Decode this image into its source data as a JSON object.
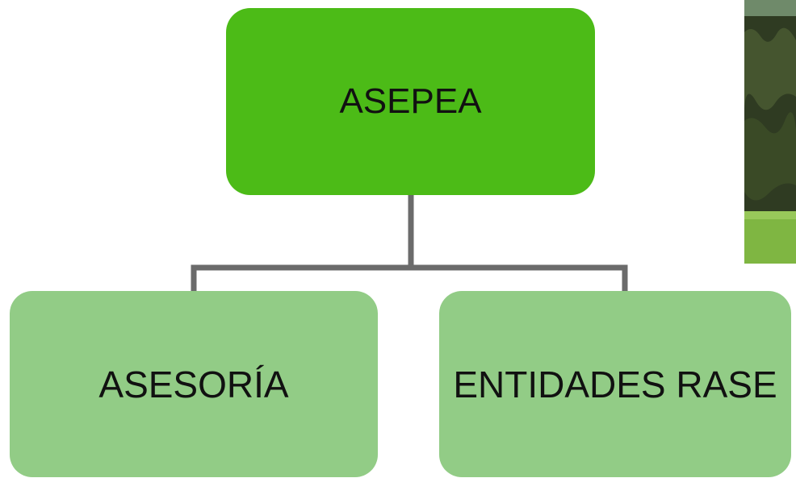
{
  "diagram": {
    "root": {
      "label": "ASEPEA",
      "color": "#4cbb17"
    },
    "children": [
      {
        "label": "ASESORÍA",
        "color": "#92cc86"
      },
      {
        "label": "ENTIDADES RASE",
        "color": "#92cc86"
      }
    ],
    "connector_color": "#6b6b6b"
  }
}
